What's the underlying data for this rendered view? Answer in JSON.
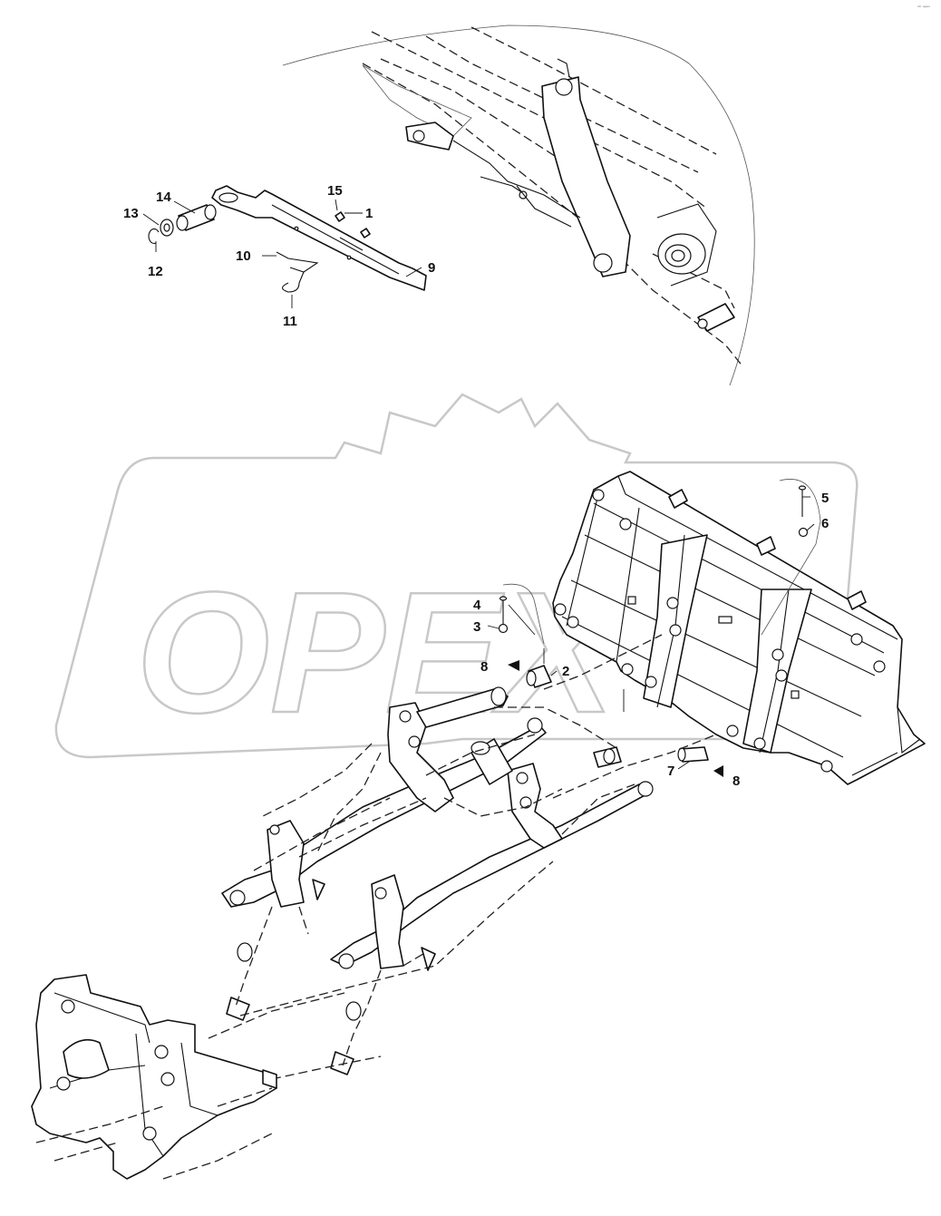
{
  "watermark": {
    "text": "OPEX",
    "color": "#c8c8c8"
  },
  "corner_mark": "ⁿʰ ᵒᵖᵉˣ",
  "callouts": [
    {
      "id": "c1",
      "label": "1"
    },
    {
      "id": "c2",
      "label": "2"
    },
    {
      "id": "c3",
      "label": "3"
    },
    {
      "id": "c4",
      "label": "4"
    },
    {
      "id": "c5",
      "label": "5"
    },
    {
      "id": "c6",
      "label": "6"
    },
    {
      "id": "c7",
      "label": "7"
    },
    {
      "id": "c8a",
      "label": "8"
    },
    {
      "id": "c8b",
      "label": "8"
    },
    {
      "id": "c9",
      "label": "9"
    },
    {
      "id": "c10",
      "label": "10"
    },
    {
      "id": "c11",
      "label": "11"
    },
    {
      "id": "c12",
      "label": "12"
    },
    {
      "id": "c13",
      "label": "13"
    },
    {
      "id": "c14",
      "label": "14"
    },
    {
      "id": "c15",
      "label": "15"
    }
  ],
  "colors": {
    "line": "#111111",
    "background": "#ffffff"
  }
}
